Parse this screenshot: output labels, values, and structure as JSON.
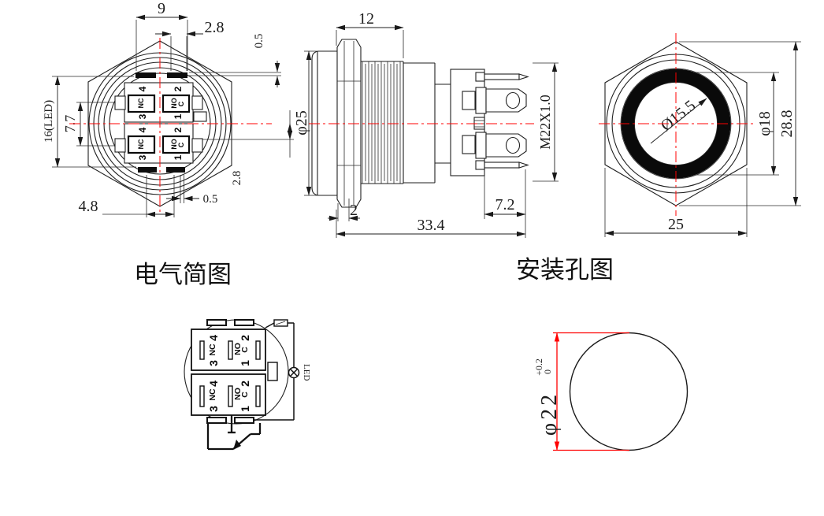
{
  "captions": {
    "electrical": "电气简图",
    "mounting": "安装孔图"
  },
  "front_view": {
    "dim_tab_span": "9",
    "dim_tab_offset": "2.8",
    "dim_gap_top": "0.5",
    "dim_led_span": "16(LED)",
    "dim_contact_span": "7.7",
    "dim_tab_width": "4.8",
    "dim_gap_bottom": "0.5",
    "dim_offset_bottom": "2.8"
  },
  "side_view": {
    "dim_thread_length": "12",
    "dim_head_diameter": "φ25",
    "thread_spec": "M22X1.0",
    "dim_head_thickness": "2",
    "dim_terminal_length": "7.2",
    "dim_total_length": "33.4"
  },
  "back_view": {
    "dim_inner_diameter": "Ø15.5",
    "dim_ring_diameter": "φ18",
    "dim_across_corners": "28.8",
    "dim_across_flats": "25"
  },
  "mounting_hole": {
    "dim_hole_diameter": "φ22",
    "tolerance_upper": "+0.2",
    "tolerance_lower": "0"
  },
  "terminals": {
    "n1": "1",
    "n2": "2",
    "n3": "3",
    "n4": "4",
    "nc": "NC",
    "no": "NO",
    "c": "C"
  },
  "schematic": {
    "led_label": "LED"
  },
  "colors": {
    "line": "#1a1a1a",
    "centerline": "#ff0000",
    "dimension_red": "#ff0000",
    "background": "#ffffff"
  }
}
